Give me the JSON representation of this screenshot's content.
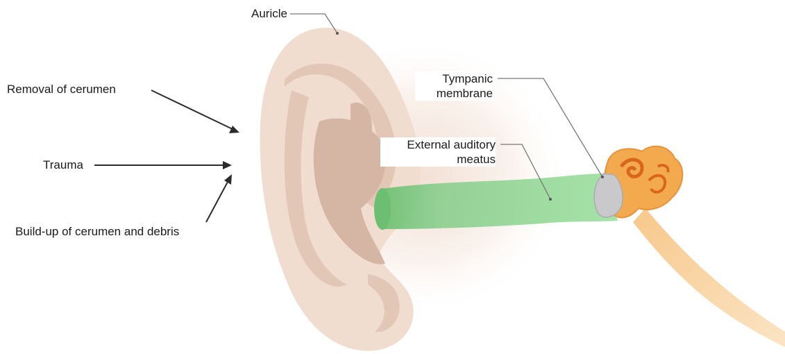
{
  "labels": {
    "auricle": "Auricle",
    "removal": "Removal of cerumen",
    "trauma": "Trauma",
    "buildup": "Build-up of cerumen and debris",
    "tympanic_line1": "Tympanic",
    "tympanic_line2": "membrane",
    "meatus_line1": "External auditory",
    "meatus_line2": "meatus"
  },
  "colors": {
    "skin": "#f1ddd0",
    "skin_shade": "#e2c7b7",
    "skin_dark": "#d5b6a4",
    "canal": "#8fd693",
    "canal_dark": "#6cbf72",
    "cochlea": "#f3a94e",
    "cochlea_dark": "#e07a25",
    "membrane": "#c9c9cc",
    "leader": "#777777",
    "arrow": "#2b2b2b"
  }
}
